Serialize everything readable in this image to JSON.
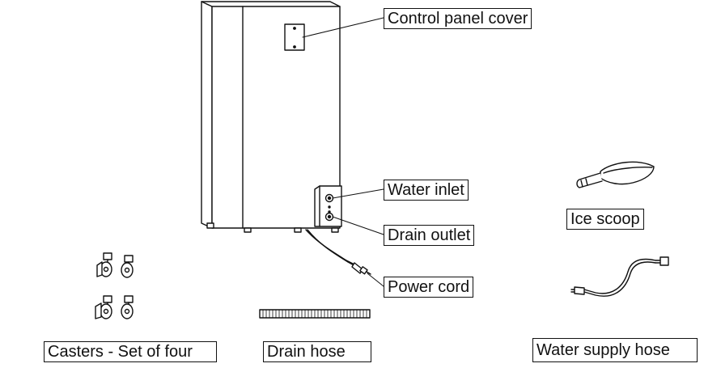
{
  "labels": {
    "control_panel_cover": "Control panel cover",
    "water_inlet": "Water inlet",
    "drain_outlet": "Drain outlet",
    "power_cord": "Power cord",
    "ice_scoop": "Ice scoop",
    "casters": "Casters - Set of four",
    "drain_hose": "Drain hose",
    "water_supply_hose": "Water supply hose"
  },
  "colors": {
    "line": "#111111",
    "background": "#ffffff"
  }
}
